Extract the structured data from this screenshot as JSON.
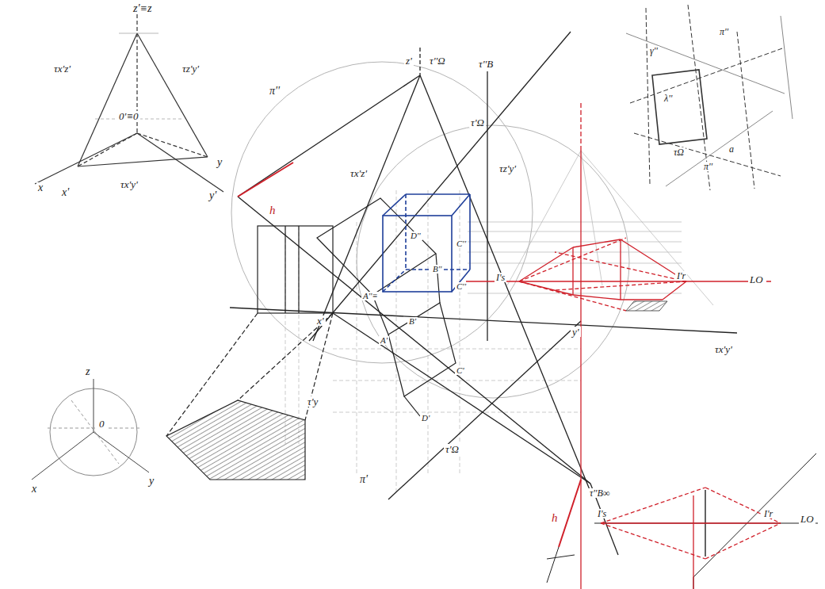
{
  "diagram": {
    "labels": [
      "z'≡z",
      "τx'z'",
      "τz'y'",
      "0'≡0",
      "τx'y'",
      "x",
      "x'",
      "y'",
      "y",
      "z",
      "0",
      "x",
      "y",
      "z'",
      "τ''Ω",
      "τ''B",
      "π''",
      "τ'Ω",
      "τz'y'",
      "τx'z'",
      "h",
      "D''",
      "C''",
      "B''",
      "A''≡",
      "C''",
      "B'",
      "A'",
      "C'",
      "D'",
      "x'",
      "y'",
      "I's",
      "I'r",
      "LO",
      "τx'y'",
      "τ'y",
      "π'",
      "τ'Ω",
      "h",
      "τ''B∞",
      "π''",
      "γ''",
      "λ''",
      "τΩ",
      "a",
      "π''",
      "I's",
      "I'r",
      "LO"
    ]
  }
}
